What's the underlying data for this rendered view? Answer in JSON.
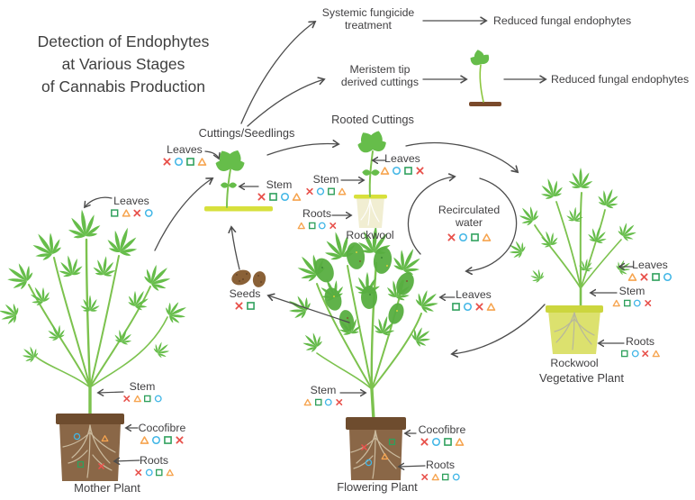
{
  "title": {
    "lines": [
      "Detection of Endophytes",
      "at Various Stages",
      "of Cannabis Production"
    ]
  },
  "colors": {
    "red": "#e8524c",
    "blue": "#41b6e6",
    "green": "#2fa05c",
    "orange": "#f6a44f",
    "arrow": "#4c4c4c",
    "leaf_green": "#66bd4a",
    "stem_green": "#7cc24e",
    "pot_brown": "#8a6747",
    "pot_brown_rim": "#6e4c2e",
    "rockwool_cream": "#f1eed2",
    "rockwool_rim": "#d8e03b",
    "veg_pot": "#dce16e"
  },
  "top_flow": {
    "systemic_line1": "Systemic fungicide",
    "systemic_line2": "treatment",
    "reduced_1": "Reduced fungal endophytes",
    "meristem_line1": "Meristem tip",
    "meristem_line2": "derived cuttings",
    "reduced_2": "Reduced fungal endophytes"
  },
  "stages": {
    "cuttings": {
      "heading": "Cuttings/Seedlings",
      "leaves": {
        "label": "Leaves",
        "symbols": [
          "x",
          "circle",
          "square",
          "triangle"
        ]
      },
      "stem": {
        "label": "Stem",
        "symbols": [
          "x",
          "square",
          "circle",
          "triangle"
        ]
      }
    },
    "rooted": {
      "heading": "Rooted Cuttings",
      "leaves": {
        "label": "Leaves",
        "symbols": [
          "triangle",
          "circle",
          "square",
          "x"
        ]
      },
      "stem": {
        "label": "Stem",
        "symbols": [
          "x",
          "circle",
          "square",
          "triangle"
        ]
      },
      "roots": {
        "label": "Roots",
        "symbols": [
          "triangle",
          "square",
          "circle",
          "x"
        ]
      },
      "medium": "Rockwool"
    },
    "recirculated": {
      "line1": "Recirculated",
      "line2": "water",
      "symbols": [
        "x",
        "circle",
        "square",
        "triangle"
      ]
    },
    "vegetative": {
      "caption": "Vegetative Plant",
      "medium": "Rockwool",
      "leaves": {
        "label": "Leaves",
        "symbols": [
          "triangle",
          "x",
          "square",
          "circle"
        ]
      },
      "stem": {
        "label": "Stem",
        "symbols": [
          "triangle",
          "square",
          "circle",
          "x"
        ]
      },
      "roots": {
        "label": "Roots",
        "symbols": [
          "square",
          "circle",
          "x",
          "triangle"
        ]
      }
    },
    "flowering": {
      "caption": "Flowering Plant",
      "leaves": {
        "label": "Leaves",
        "symbols": [
          "square",
          "circle",
          "x",
          "triangle"
        ]
      },
      "stem": {
        "label": "Stem",
        "symbols": [
          "triangle",
          "square",
          "circle",
          "x"
        ]
      },
      "cocofibre": {
        "label": "Cocofibre",
        "symbols": [
          "x",
          "circle",
          "square",
          "triangle"
        ]
      },
      "roots": {
        "label": "Roots",
        "symbols": [
          "x",
          "triangle",
          "square",
          "circle"
        ]
      },
      "soil_symbols": [
        "x",
        "square",
        "triangle",
        "circle"
      ]
    },
    "mother": {
      "caption": "Mother Plant",
      "leaves": {
        "label": "Leaves",
        "symbols": [
          "square",
          "triangle",
          "x",
          "circle"
        ]
      },
      "stem": {
        "label": "Stem",
        "symbols": [
          "x",
          "triangle",
          "square",
          "circle"
        ]
      },
      "cocofibre": {
        "label": "Cocofibre",
        "symbols": [
          "triangle",
          "circle",
          "square",
          "x"
        ]
      },
      "roots": {
        "label": "Roots",
        "symbols": [
          "x",
          "circle",
          "square",
          "triangle"
        ]
      },
      "soil_symbols": [
        "circle",
        "triangle",
        "square",
        "x"
      ]
    },
    "seeds": {
      "label": "Seeds",
      "symbols": [
        "x",
        "square"
      ]
    }
  }
}
